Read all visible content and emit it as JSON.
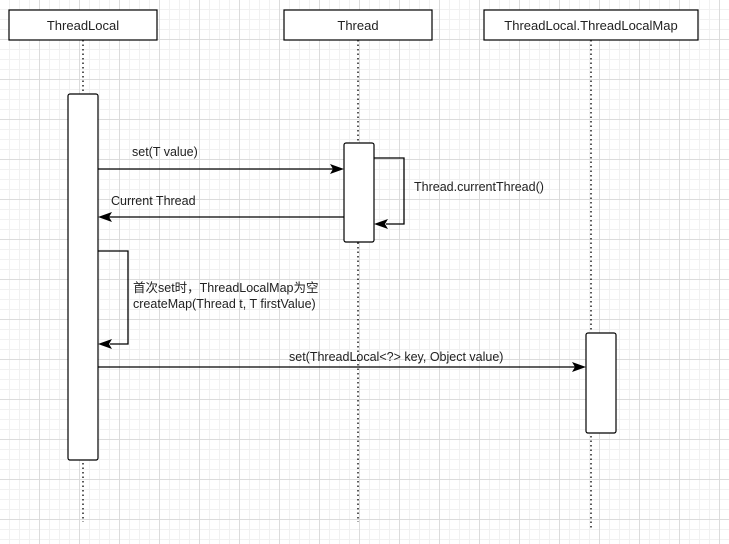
{
  "participants": [
    {
      "name": "ThreadLocal"
    },
    {
      "name": "Thread"
    },
    {
      "name": "ThreadLocal.ThreadLocalMap"
    }
  ],
  "messages": [
    {
      "label": "set(T value)",
      "from": "ThreadLocal",
      "to": "Thread"
    },
    {
      "label": "Thread.currentThread()",
      "from": "Thread",
      "to": "Thread"
    },
    {
      "label": "Current Thread",
      "from": "Thread",
      "to": "ThreadLocal"
    },
    {
      "label": "首次set时，ThreadLocalMap为空",
      "from": "ThreadLocal",
      "to": "ThreadLocal"
    },
    {
      "label": "createMap(Thread t, T firstValue)",
      "from": "ThreadLocal",
      "to": "ThreadLocal"
    },
    {
      "label": "set(ThreadLocal<?> key, Object value)",
      "from": "ThreadLocal",
      "to": "ThreadLocal.ThreadLocalMap"
    }
  ]
}
